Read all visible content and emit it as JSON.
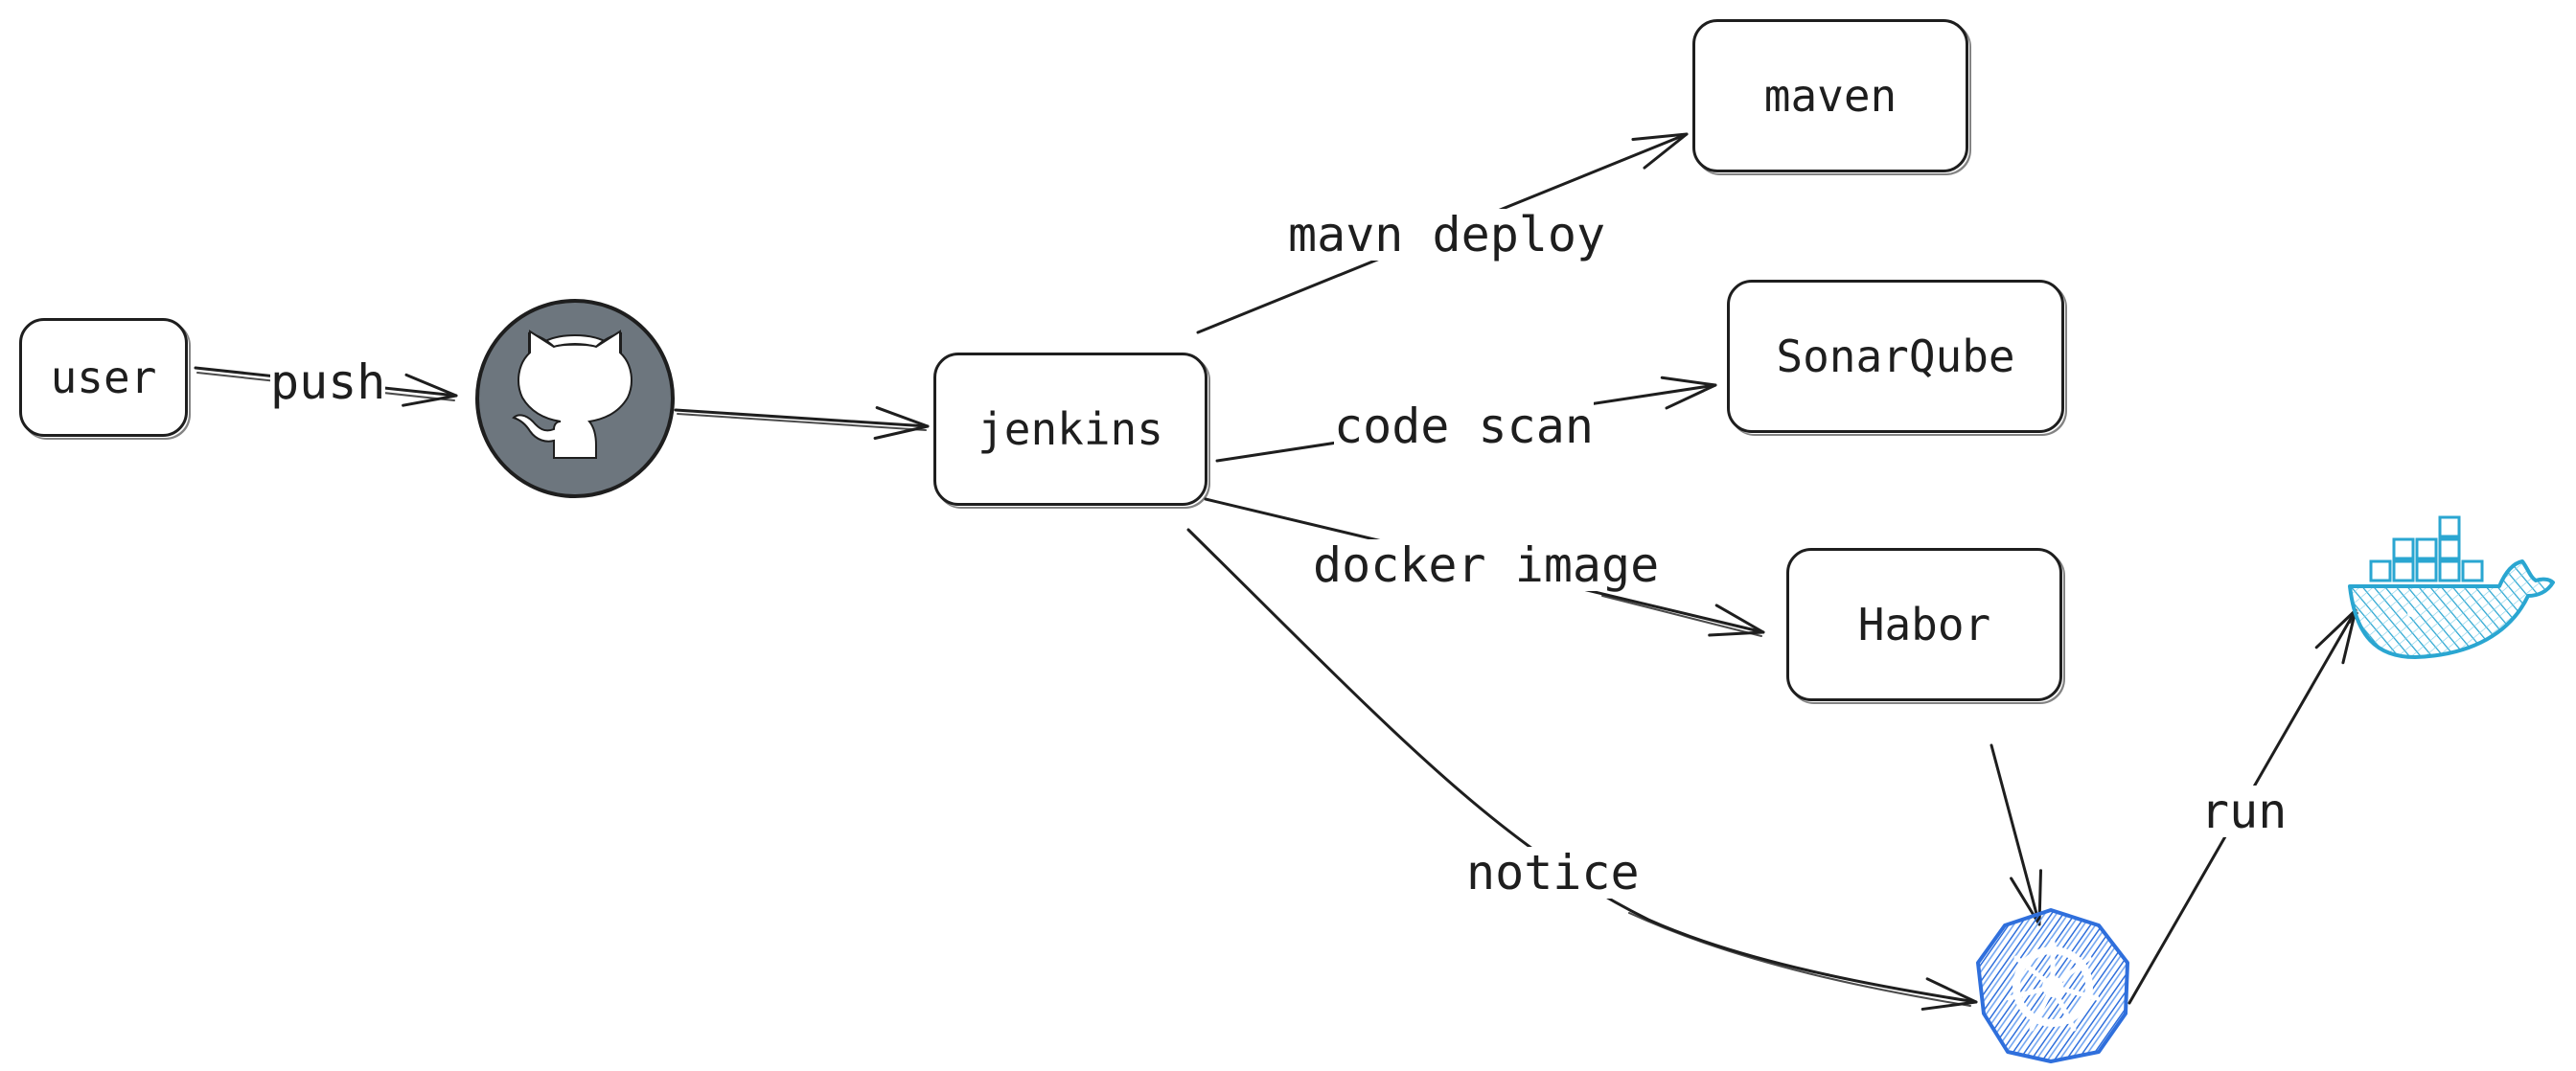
{
  "nodes": {
    "user": "user",
    "jenkins": "jenkins",
    "maven": "maven",
    "sonarqube": "SonarQube",
    "habor": "Habor"
  },
  "edges": {
    "push": "push",
    "mavn_deploy": "mavn deploy",
    "code_scan": "code scan",
    "docker_image": "docker image",
    "notice": "notice",
    "run": "run"
  },
  "icons": {
    "github": "github-icon",
    "kubernetes": "kubernetes-icon",
    "docker": "docker-icon"
  },
  "colors": {
    "stroke": "#1e1e1e",
    "github": "#6d767e",
    "kubernetes": "#2f6fdc",
    "docker": "#2aa6d1"
  }
}
